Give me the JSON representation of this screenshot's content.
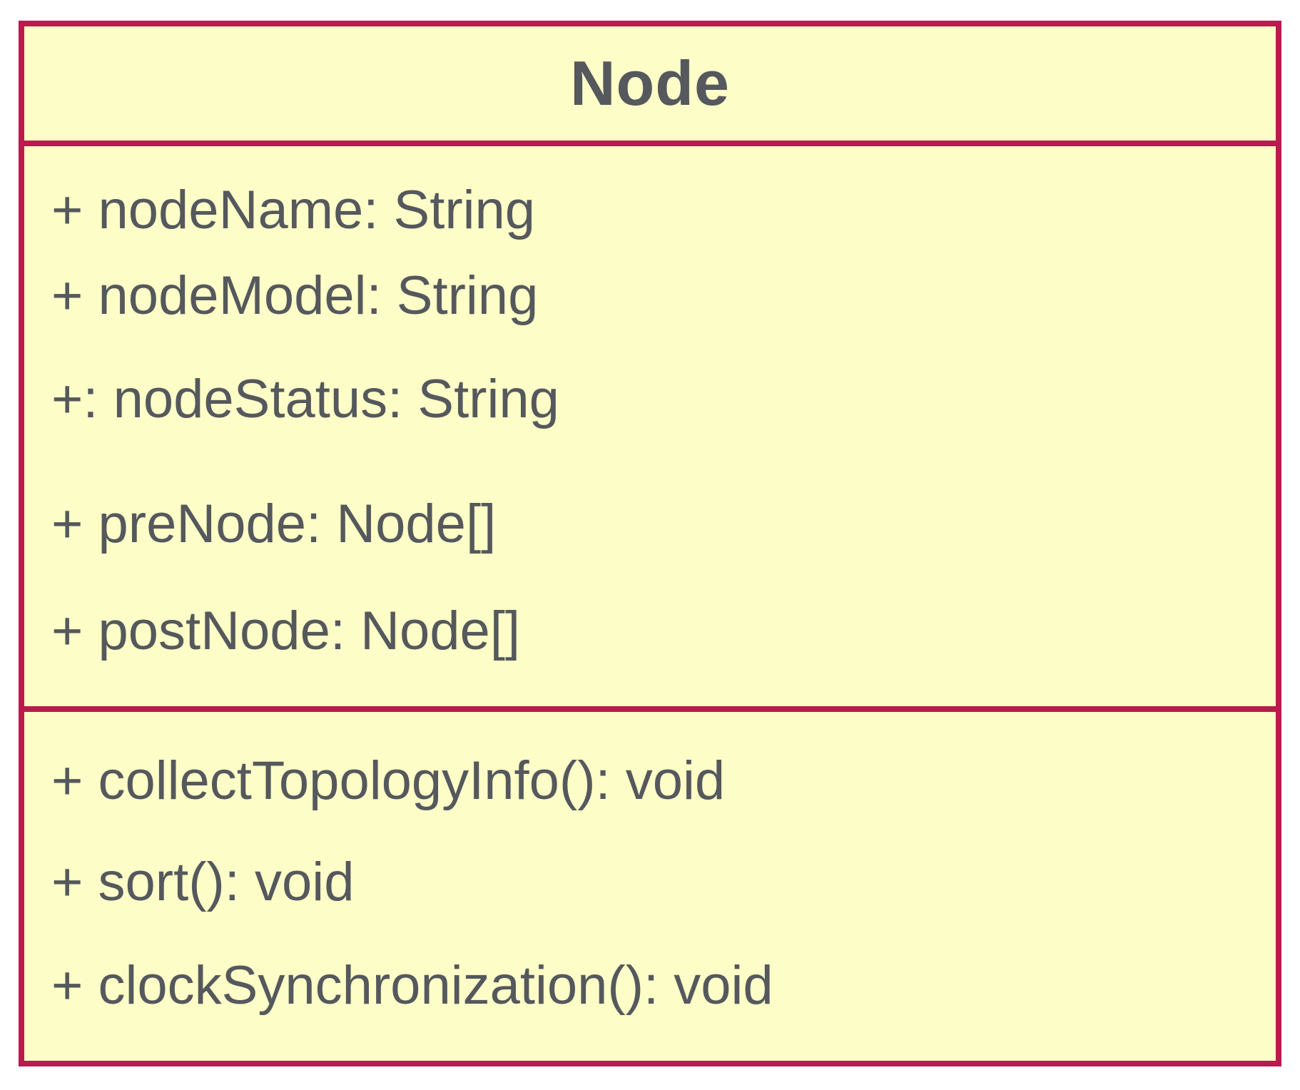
{
  "uml_class": {
    "name": "Node",
    "attributes": [
      "+ nodeName: String",
      "+ nodeModel: String",
      "+: nodeStatus: String",
      "+ preNode: Node[]",
      "+ postNode: Node[]"
    ],
    "methods": [
      "+ collectTopologyInfo(): void",
      "+ sort(): void",
      "+ clockSynchronization(): void"
    ],
    "colors": {
      "border": "#BA1A4D",
      "fill": "#FDFDC8",
      "text": "#55585C"
    }
  }
}
